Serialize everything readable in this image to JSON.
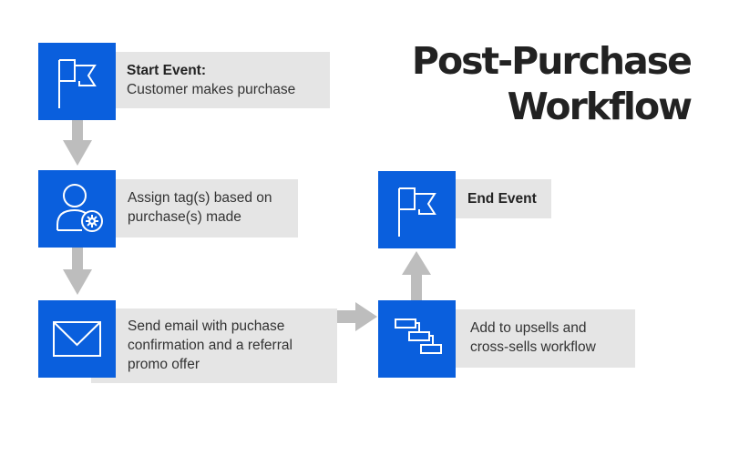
{
  "title": {
    "line1": "Post-Purchase",
    "line2": "Workflow"
  },
  "colors": {
    "node_fill": "#0a5fdd",
    "label_bg": "#e5e5e5",
    "arrow": "#bdbdbd",
    "title": "#222222"
  },
  "nodes": [
    {
      "id": "start",
      "icon": "flag-icon",
      "heading": "Start Event:",
      "text": "Customer makes purchase"
    },
    {
      "id": "assign-tags",
      "icon": "user-gear-icon",
      "lines": [
        "Assign tag(s) based on",
        "purchase(s) made"
      ]
    },
    {
      "id": "send-email",
      "icon": "envelope-icon",
      "lines": [
        "Send email with puchase",
        "confirmation and a referral",
        "promo offer"
      ]
    },
    {
      "id": "upsell",
      "icon": "workflow-icon",
      "lines": [
        "Add to upsells and",
        "cross-sells workflow"
      ]
    },
    {
      "id": "end",
      "icon": "flag-icon",
      "heading": "End Event"
    }
  ],
  "edges": [
    {
      "from": "start",
      "to": "assign-tags"
    },
    {
      "from": "assign-tags",
      "to": "send-email"
    },
    {
      "from": "send-email",
      "to": "upsell"
    },
    {
      "from": "upsell",
      "to": "end"
    }
  ]
}
